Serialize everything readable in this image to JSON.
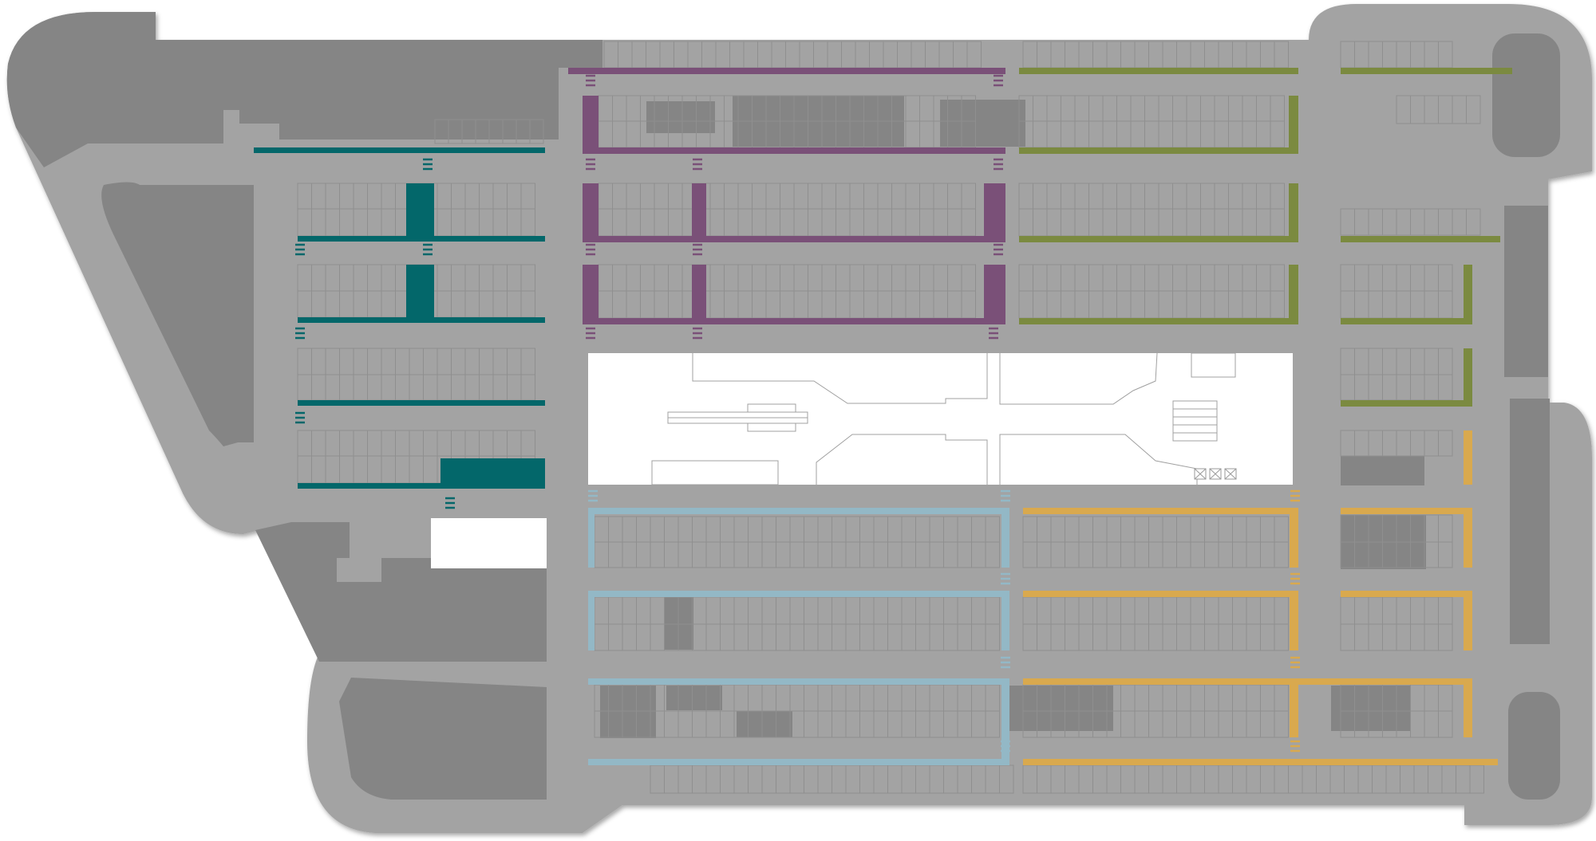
{
  "map": {
    "type": "parking-lot-floor-plan",
    "labels": [],
    "colors": {
      "background": "#ffffff",
      "lot_surface": "#a3a3a3",
      "blocks": "#858585",
      "stall_lines": "#8f8f8f",
      "building": "#ffffff",
      "building_outline": "#9a9a9a",
      "zone_teal": "#03676a",
      "zone_purple": "#7a5078",
      "zone_olive": "#7b8a40",
      "zone_lightblue": "#93b8c6",
      "zone_gold": "#d9a94e"
    },
    "zones": [
      {
        "id": "teal",
        "color": "#03676a"
      },
      {
        "id": "purple",
        "color": "#7a5078"
      },
      {
        "id": "olive",
        "color": "#7b8a40"
      },
      {
        "id": "lightblue",
        "color": "#93b8c6"
      },
      {
        "id": "gold",
        "color": "#d9a94e"
      }
    ],
    "entrances": [
      {
        "id": "entrance-small-1",
        "icon": "close-icon"
      },
      {
        "id": "entrance-small-2",
        "icon": "close-icon"
      },
      {
        "id": "entrance-small-3",
        "icon": "close-icon"
      }
    ]
  }
}
